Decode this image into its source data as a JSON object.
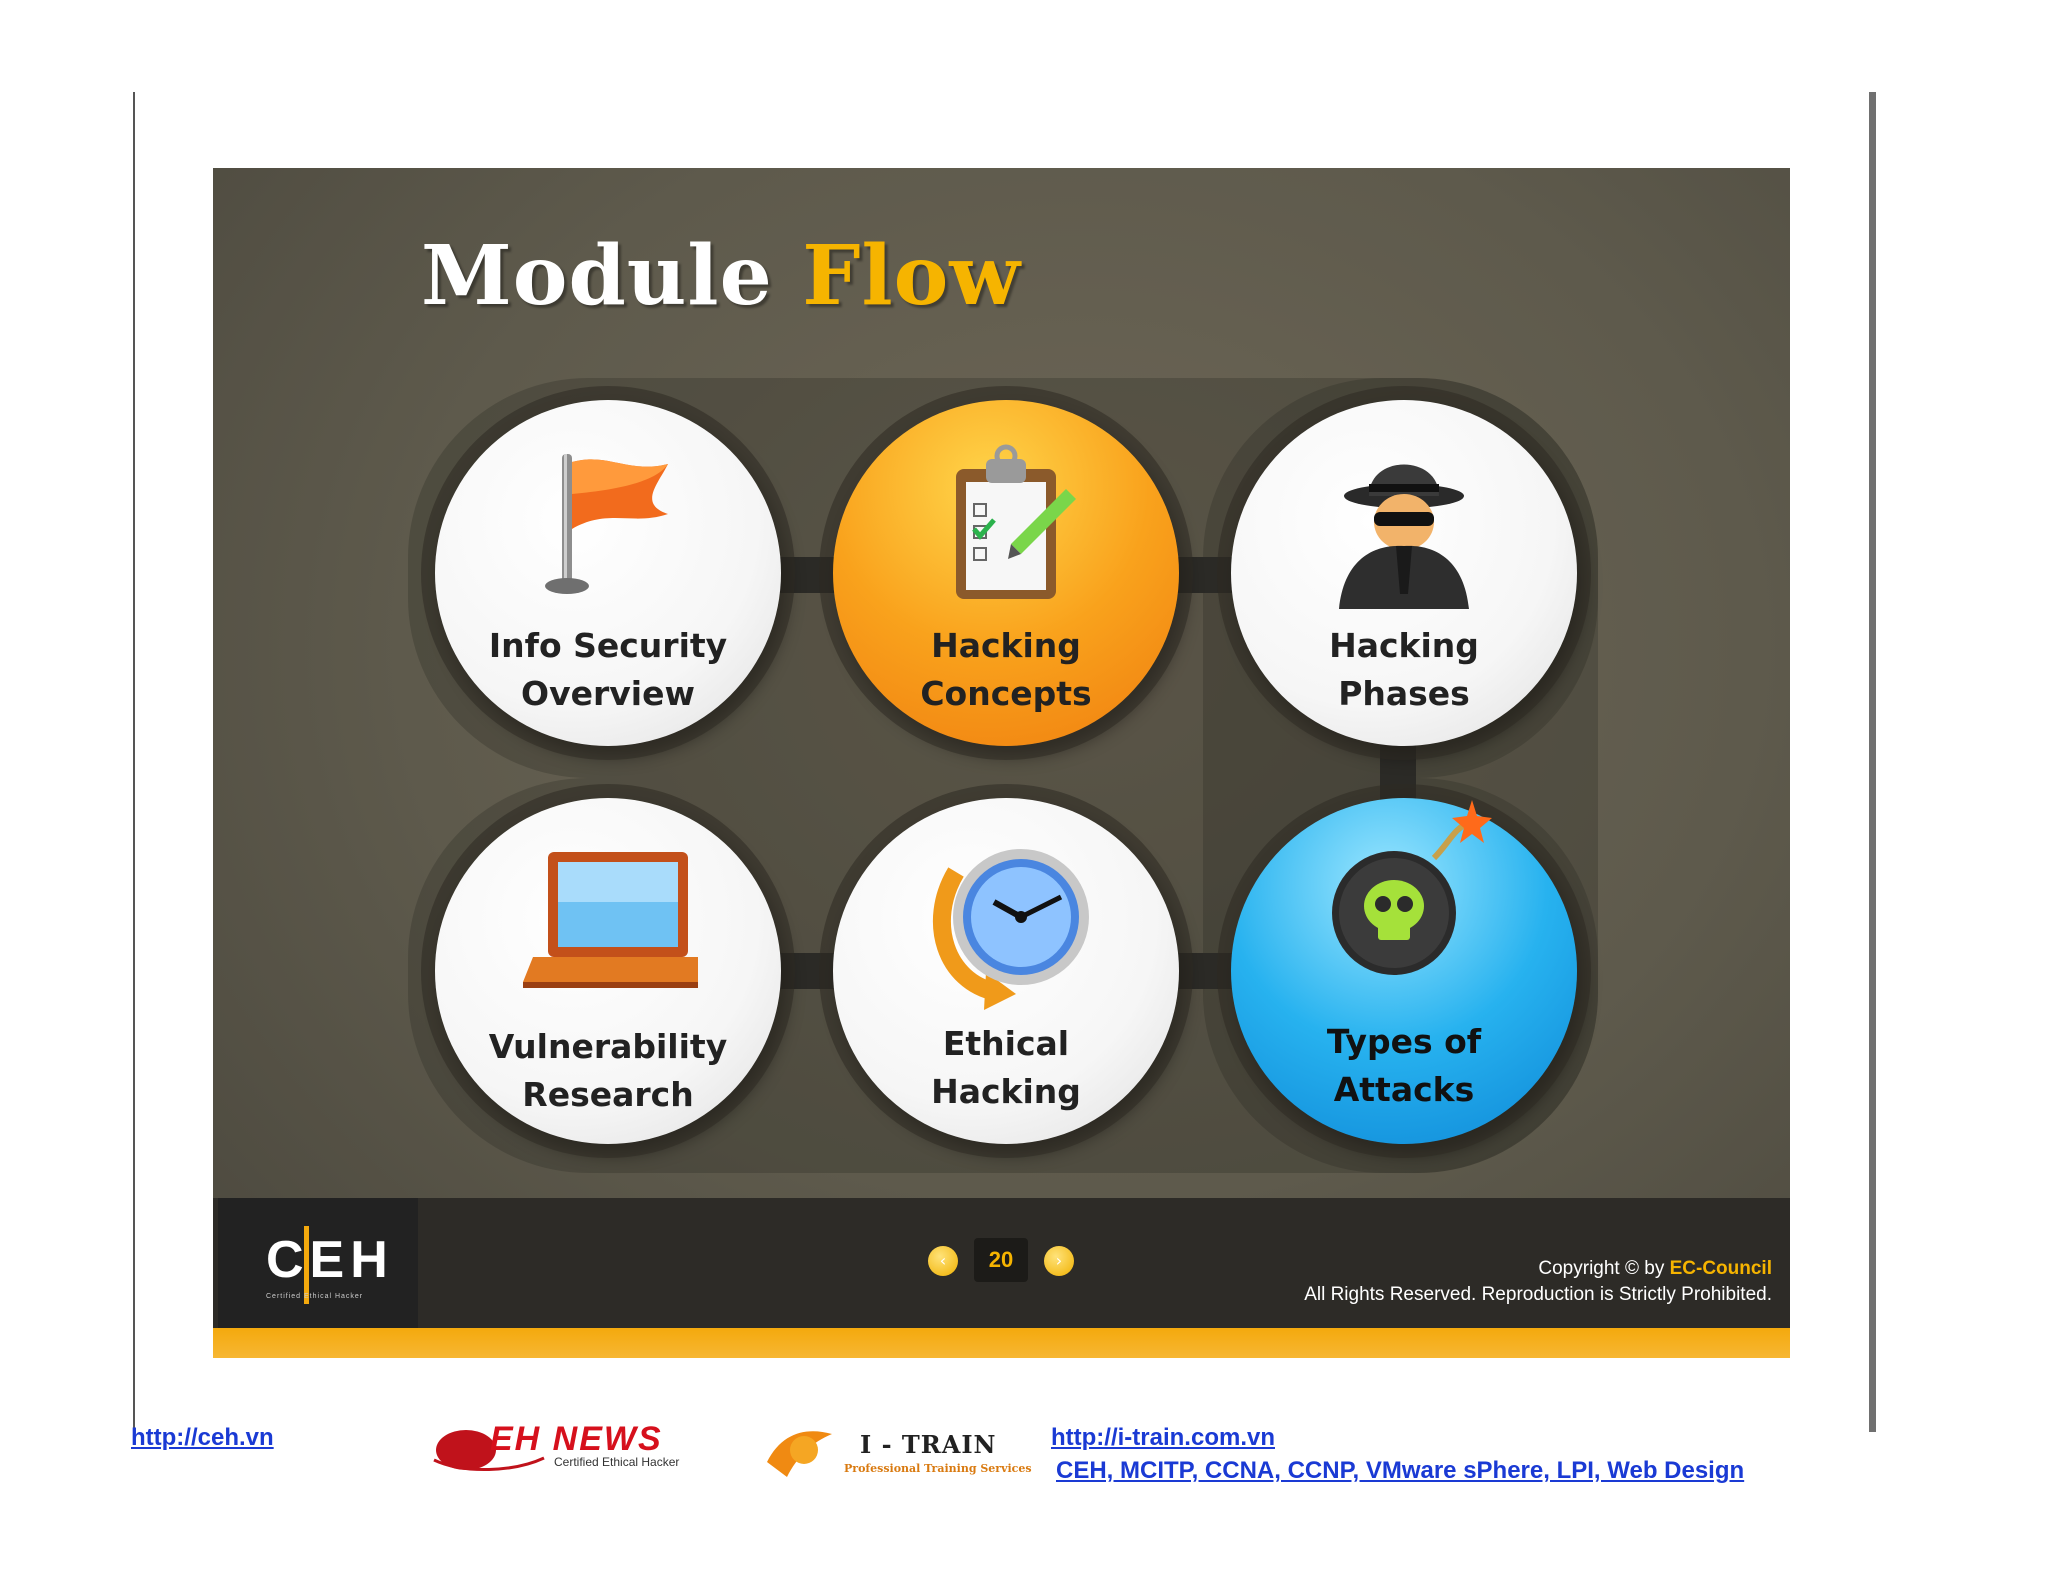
{
  "slide": {
    "title_main": "Module ",
    "title_accent": "Flow",
    "nodes": [
      {
        "label": "Info Security\nOverview",
        "icon": "flag-icon",
        "style": "white"
      },
      {
        "label": "Hacking\nConcepts",
        "icon": "clipboard-checklist-icon",
        "style": "orange"
      },
      {
        "label": "Hacking\nPhases",
        "icon": "spy-hacker-icon",
        "style": "white"
      },
      {
        "label": "Types of\nAttacks",
        "icon": "skull-bomb-icon",
        "style": "blue"
      },
      {
        "label": "Ethical\nHacking",
        "icon": "clock-refresh-icon",
        "style": "white"
      },
      {
        "label": "Vulnerability\nResearch",
        "icon": "laptop-icon",
        "style": "white"
      }
    ],
    "footer": {
      "logo_text": "CEH",
      "logo_subtitle": "Certified Ethical Hacker",
      "page_number": "20",
      "copyright_prefix": "Copyright © by ",
      "copyright_org": "EC-Council",
      "rights": "All Rights Reserved. Reproduction is Strictly Prohibited."
    }
  },
  "page_footer": {
    "link_ceh": "http://ceh.vn",
    "logo_news_text": "EH NEWS",
    "logo_news_sub": "Certified Ethical Hacker",
    "logo_itrain_text": "I - TRAIN",
    "logo_itrain_sub": "Professional Training Services",
    "link_itrain": "http://i-train.com.vn",
    "courses": "CEH, MCITP, CCNA, CCNP, VMware sPhere, LPI, Web Design"
  },
  "colors": {
    "accent": "#f6b400",
    "orange_node": "#f9a21c",
    "blue_node": "#27b2ef",
    "link": "#1a3ad4"
  }
}
